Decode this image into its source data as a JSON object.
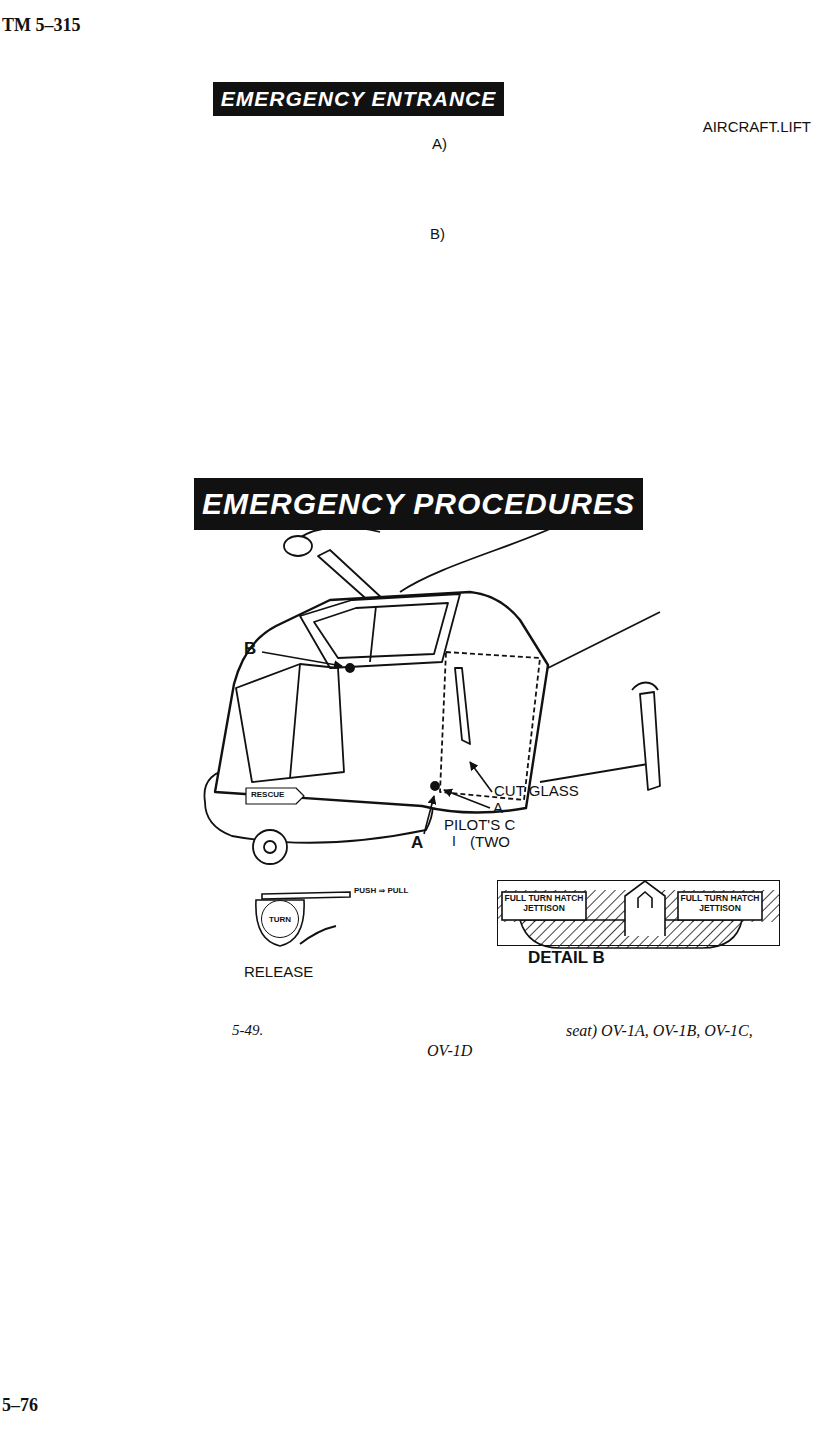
{
  "diagram": {
    "nodes": [
      {
        "text": [
          "EMERGENCY ENTRANCE"
        ]
      },
      {
        "text": [
          "EMERGENCY PROCEDURES"
        ]
      },
      {
        "text": [
          "TURN"
        ]
      },
      {
        "text": [
          "FULL TURN HATCH JETTISON",
          "FULL TURN HATCH JETTISON",
          "DETAIL B"
        ]
      }
    ],
    "labels": [
      "TM 5–315",
      "AIRCRAFT.LIFT",
      "A)",
      "B)",
      "B",
      "CUT GLASS",
      "A",
      "PILOT'S C",
      "A",
      "I",
      "(TWO",
      "PUSH ⇒ PULL",
      "RELEASE",
      "5-49.",
      "seat) OV-1A, OV-1B, OV-1C,",
      "OV-1D",
      "5–76",
      "RESCUE"
    ]
  }
}
